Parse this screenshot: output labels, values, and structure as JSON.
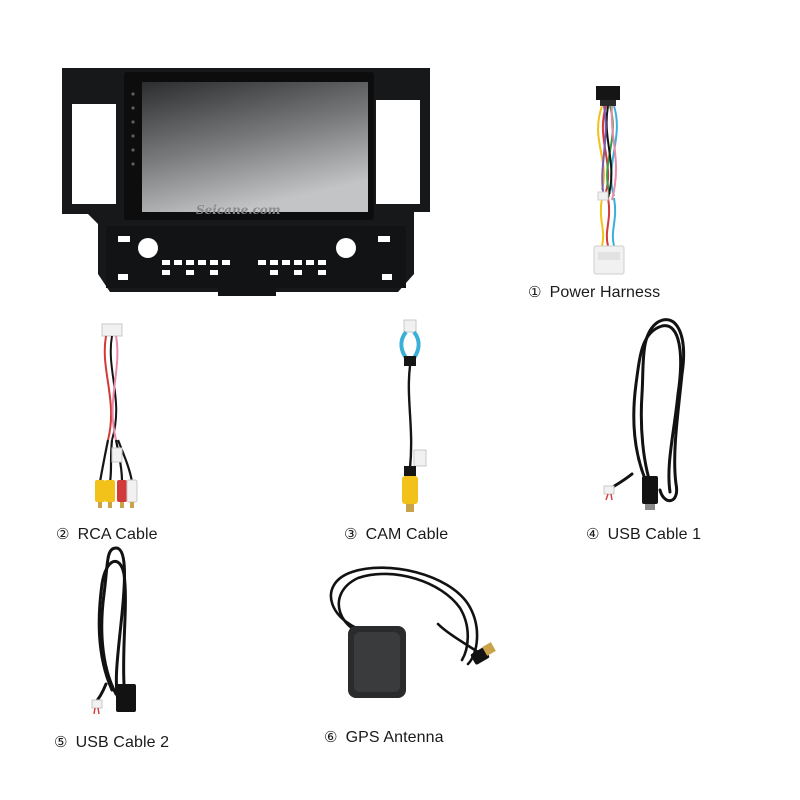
{
  "watermark": "Seicane.com",
  "colors": {
    "panel": "#17181a",
    "screen_dark": "#2a2b2d",
    "screen_light": "#a9abad",
    "cable_black": "#121212",
    "rca_yellow": "#f2c21a",
    "connector_white": "#f1f1f1",
    "wire_blue": "#3ab0d8",
    "wire_green": "#3a9a4a",
    "wire_red": "#d23a3a",
    "wire_pink": "#e98aa6",
    "gold": "#c9a24a"
  },
  "items": [
    {
      "num": "①",
      "name": "Power Harness",
      "icon": "power-harness-icon"
    },
    {
      "num": "②",
      "name": "RCA Cable",
      "icon": "rca-cable-icon"
    },
    {
      "num": "③",
      "name": "CAM Cable",
      "icon": "cam-cable-icon"
    },
    {
      "num": "④",
      "name": "USB Cable 1",
      "icon": "usb-cable-icon"
    },
    {
      "num": "⑤",
      "name": "USB Cable 2",
      "icon": "usb-cable-icon"
    },
    {
      "num": "⑥",
      "name": "GPS Antenna",
      "icon": "gps-antenna-icon"
    }
  ]
}
